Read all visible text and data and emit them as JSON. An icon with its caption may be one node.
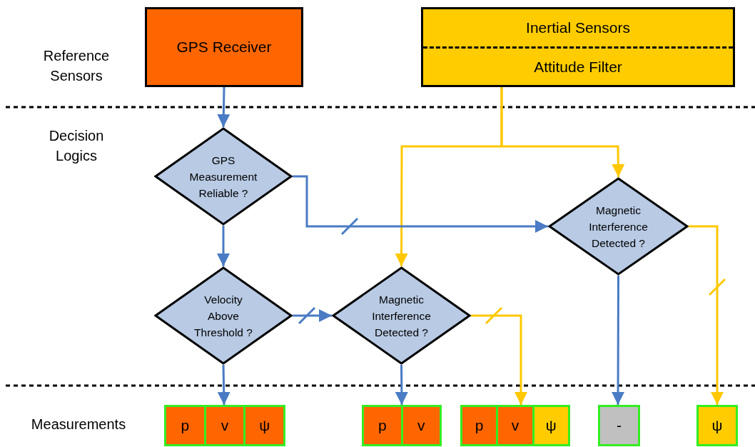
{
  "diagram": {
    "nodes": [
      {
        "text": [
          "GPS Receiver"
        ]
      },
      {
        "text": [
          "Inertial Sensors",
          "Attitude Filter"
        ]
      },
      {
        "text": [
          "GPS Measurement Reliable ?"
        ]
      },
      {
        "text": [
          "Magnetic Interference Detected ?"
        ]
      },
      {
        "text": [
          "Velocity Above Threshold ?"
        ]
      },
      {
        "text": [
          "Magnetic Interference Detected ?"
        ]
      },
      {
        "text": [],
        "shape": "box"
      },
      {
        "text": [
          "p"
        ],
        "in": 6
      },
      {
        "text": [
          "v"
        ],
        "in": 6
      },
      {
        "text": [
          "ψ"
        ],
        "in": 6
      },
      {
        "text": [],
        "shape": "box"
      },
      {
        "text": [
          "p"
        ],
        "in": 10
      },
      {
        "text": [
          "v"
        ],
        "in": 10
      },
      {
        "text": [],
        "shape": "box"
      },
      {
        "text": [
          "p"
        ],
        "in": 13
      },
      {
        "text": [
          "v"
        ],
        "in": 13
      },
      {
        "text": [
          "ψ"
        ],
        "in": 13
      },
      {
        "text": [],
        "shape": "box"
      },
      {
        "text": [
          "-"
        ],
        "in": 17
      },
      {
        "text": [],
        "shape": "box"
      },
      {
        "text": [
          "ψ"
        ],
        "in": 19
      }
    ],
    "edges": [
      {
        "from": 0,
        "to": 2,
        "arrow": "to"
      },
      {
        "from": 1,
        "to": 3,
        "arrow": "to",
        "color": "#ffc800"
      },
      {
        "from": 1,
        "to": 5,
        "arrow": "to",
        "color": "#ffc800"
      },
      {
        "from": 2,
        "to": 3,
        "arrow": "to"
      },
      {
        "from": 2,
        "to": 4,
        "arrow": "to"
      },
      {
        "from": 4,
        "to": 5,
        "arrow": "to"
      },
      {
        "from": 4,
        "to": 6,
        "arrow": "to"
      },
      {
        "from": 5,
        "to": 10,
        "arrow": "to"
      },
      {
        "from": 5,
        "to": 13,
        "arrow": "to",
        "color": "#ffc800"
      },
      {
        "from": 3,
        "to": 17,
        "arrow": "to"
      },
      {
        "from": 3,
        "to": 19,
        "arrow": "to",
        "color": "#ffc800"
      }
    ],
    "labels": [
      "Reference Sensors",
      "Decision Logics",
      "Measurements"
    ]
  }
}
